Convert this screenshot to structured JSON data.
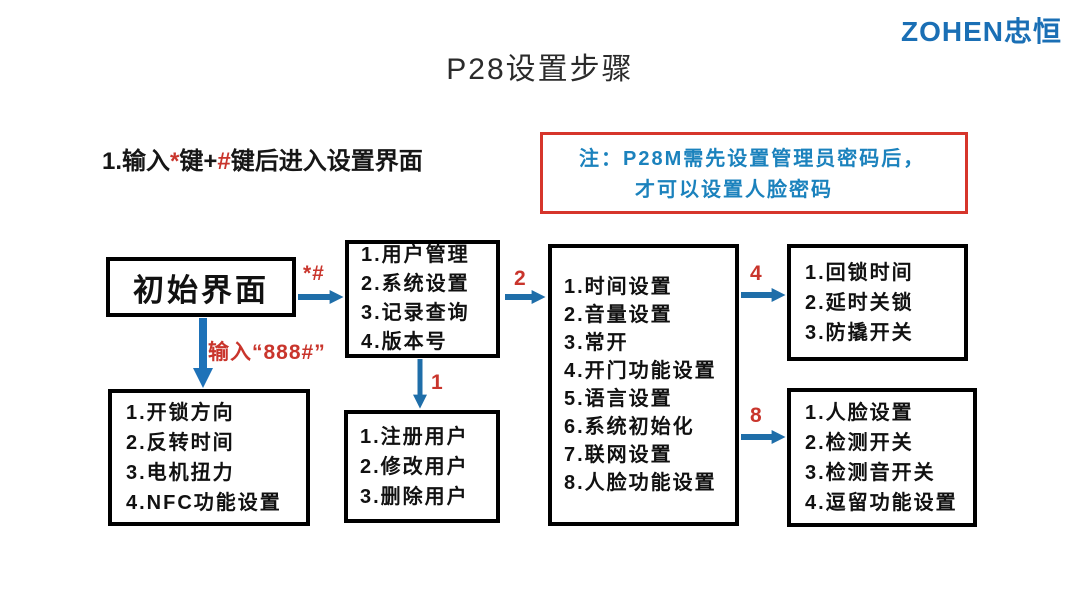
{
  "page": {
    "title": "P28设置步骤"
  },
  "logo": {
    "latin": "ZOHEN",
    "cjk": "忠恒"
  },
  "instruction": {
    "prefix": "1.输入",
    "star": "*",
    "mid": "键+",
    "hash": "#",
    "suffix": "键后进入设置界面"
  },
  "note": {
    "line1": "注：P28M需先设置管理员密码后，",
    "line2": "才可以设置人脸密码"
  },
  "boxes": {
    "initial": {
      "title": "初始界面"
    },
    "main_menu": {
      "items": [
        "1.用户管理",
        "2.系统设置",
        "3.记录查询",
        "4.版本号"
      ]
    },
    "user_mgmt": {
      "items": [
        "1.注册用户",
        "2.修改用户",
        "3.删除用户"
      ]
    },
    "lock_settings": {
      "items": [
        "1.开锁方向",
        "2.反转时间",
        "3.电机扭力",
        "4.NFC功能设置"
      ]
    },
    "system_settings": {
      "items": [
        "1.时间设置",
        "2.音量设置",
        "3.常开",
        "4.开门功能设置",
        "5.语言设置",
        "6.系统初始化",
        "7.联网设置",
        "8.人脸功能设置"
      ]
    },
    "relock_settings": {
      "items": [
        "1.回锁时间",
        "2.延时关锁",
        "3.防撬开关"
      ]
    },
    "face_settings": {
      "items": [
        "1.人脸设置",
        "2.检测开关",
        "3.检测音开关",
        "4.逗留功能设置"
      ]
    }
  },
  "arrows": {
    "star_hash": {
      "label": "*#"
    },
    "input_888": {
      "label": "输入“888#”"
    },
    "to_user_mgmt": {
      "label": "1"
    },
    "to_system": {
      "label": "2"
    },
    "to_relock": {
      "label": "4"
    },
    "to_face": {
      "label": "8"
    }
  },
  "colors": {
    "arrow": "#1f6ea9",
    "arrow-down": "#1e72b8",
    "accent-red": "#c9352c",
    "note-border": "#d6352b",
    "note-text": "#1b82bd",
    "logo-blue": "#1a6fb5",
    "box-border": "#000000",
    "text": "#111111"
  }
}
